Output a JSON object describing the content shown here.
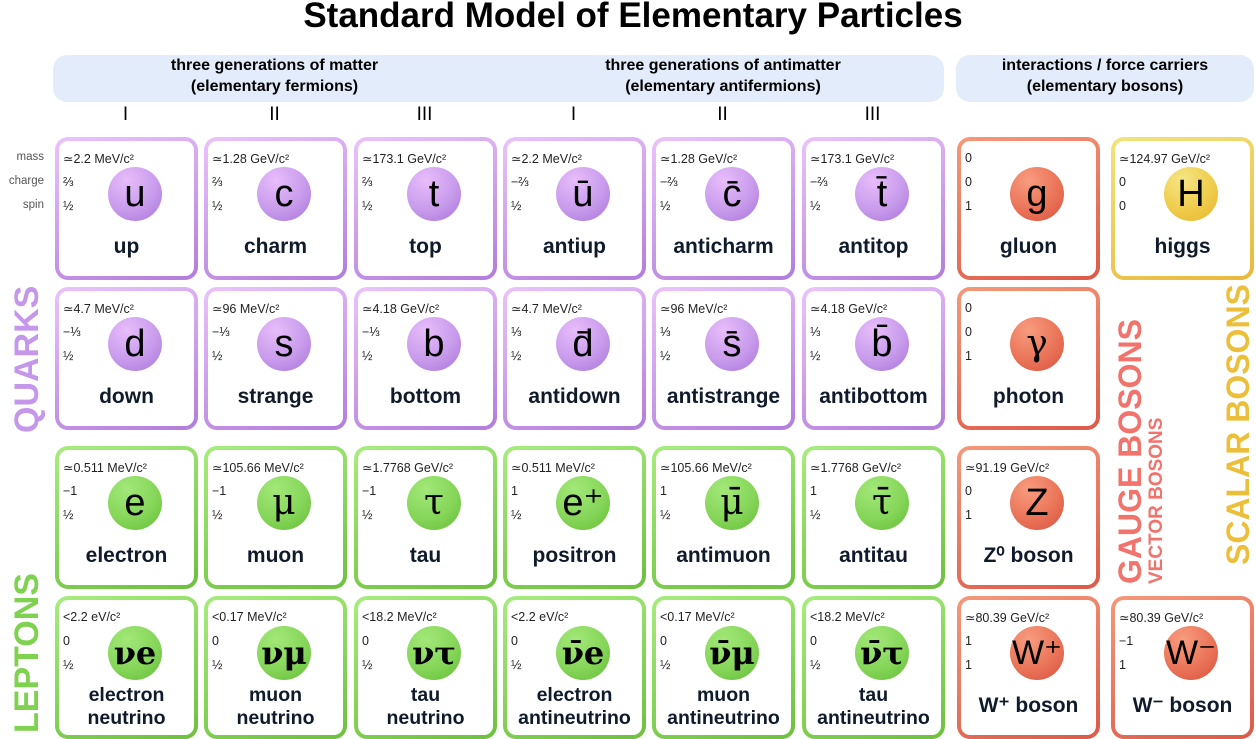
{
  "title": "Standard Model of Elementary Particles",
  "headers": {
    "matter": {
      "line1": "three generations of matter",
      "line2": "(elementary fermions)"
    },
    "antimatter": {
      "line1": "three generations of antimatter",
      "line2": "(elementary antifermions)"
    },
    "bosons": {
      "line1": "interactions / force carriers",
      "line2": "(elementary bosons)"
    }
  },
  "generations": [
    "I",
    "II",
    "III",
    "I",
    "II",
    "III"
  ],
  "property_labels": {
    "mass": "mass",
    "charge": "charge",
    "spin": "spin"
  },
  "side_labels": {
    "quarks": "QUARKS",
    "leptons": "LEPTONS",
    "gauge_bosons": "GAUGE BOSONS",
    "vector_bosons": "VECTOR BOSONS",
    "scalar_bosons": "SCALAR BOSONS"
  },
  "colors": {
    "quark": "#c597ea",
    "lepton": "#7fd24f",
    "gauge_boson": "#f0736a",
    "scalar_boson": "#ecbf3a",
    "header_bg": "#e3ecfb"
  },
  "particles": [
    {
      "group": "quark",
      "symbol": "u",
      "name": "up",
      "mass": "≃2.2 MeV/c²",
      "charge": "⅔",
      "spin": "½"
    },
    {
      "group": "quark",
      "symbol": "c",
      "name": "charm",
      "mass": "≃1.28 GeV/c²",
      "charge": "⅔",
      "spin": "½"
    },
    {
      "group": "quark",
      "symbol": "t",
      "name": "top",
      "mass": "≃173.1 GeV/c²",
      "charge": "⅔",
      "spin": "½"
    },
    {
      "group": "quark",
      "symbol": "ū",
      "name": "antiup",
      "mass": "≃2.2 MeV/c²",
      "charge": "−⅔",
      "spin": "½"
    },
    {
      "group": "quark",
      "symbol": "c̄",
      "name": "anticharm",
      "mass": "≃1.28 GeV/c²",
      "charge": "−⅔",
      "spin": "½"
    },
    {
      "group": "quark",
      "symbol": "t̄",
      "name": "antitop",
      "mass": "≃173.1 GeV/c²",
      "charge": "−⅔",
      "spin": "½"
    },
    {
      "group": "gauge",
      "symbol": "g",
      "name": "gluon",
      "mass": "0",
      "charge": "0",
      "spin": "1"
    },
    {
      "group": "scalar",
      "symbol": "H",
      "name": "higgs",
      "mass": "≃124.97 GeV/c²",
      "charge": "0",
      "spin": "0"
    },
    {
      "group": "quark",
      "symbol": "d",
      "name": "down",
      "mass": "≃4.7 MeV/c²",
      "charge": "−⅓",
      "spin": "½"
    },
    {
      "group": "quark",
      "symbol": "s",
      "name": "strange",
      "mass": "≃96 MeV/c²",
      "charge": "−⅓",
      "spin": "½"
    },
    {
      "group": "quark",
      "symbol": "b",
      "name": "bottom",
      "mass": "≃4.18 GeV/c²",
      "charge": "−⅓",
      "spin": "½"
    },
    {
      "group": "quark",
      "symbol": "d̄",
      "name": "antidown",
      "mass": "≃4.7 MeV/c²",
      "charge": "⅓",
      "spin": "½"
    },
    {
      "group": "quark",
      "symbol": "s̄",
      "name": "antistrange",
      "mass": "≃96 MeV/c²",
      "charge": "⅓",
      "spin": "½"
    },
    {
      "group": "quark",
      "symbol": "b̄",
      "name": "antibottom",
      "mass": "≃4.18 GeV/c²",
      "charge": "⅓",
      "spin": "½"
    },
    {
      "group": "gauge",
      "symbol": "γ",
      "name": "photon",
      "mass": "0",
      "charge": "0",
      "spin": "1"
    },
    {
      "group": "lepton",
      "symbol": "e",
      "name": "electron",
      "mass": "≃0.511 MeV/c²",
      "charge": "−1",
      "spin": "½"
    },
    {
      "group": "lepton",
      "symbol": "μ",
      "name": "muon",
      "mass": "≃105.66 MeV/c²",
      "charge": "−1",
      "spin": "½"
    },
    {
      "group": "lepton",
      "symbol": "τ",
      "name": "tau",
      "mass": "≃1.7768 GeV/c²",
      "charge": "−1",
      "spin": "½"
    },
    {
      "group": "lepton",
      "symbol": "e⁺",
      "name": "positron",
      "mass": "≃0.511 MeV/c²",
      "charge": "1",
      "spin": "½"
    },
    {
      "group": "lepton",
      "symbol": "μ̄",
      "name": "antimuon",
      "mass": "≃105.66 MeV/c²",
      "charge": "1",
      "spin": "½"
    },
    {
      "group": "lepton",
      "symbol": "τ̄",
      "name": "antitau",
      "mass": "≃1.7768 GeV/c²",
      "charge": "1",
      "spin": "½"
    },
    {
      "group": "gauge",
      "symbol": "Z",
      "name": "Z⁰ boson",
      "mass": "≃91.19 GeV/c²",
      "charge": "0",
      "spin": "1"
    },
    {
      "group": "lepton",
      "symbol": "νe",
      "name": "electron neutrino",
      "name1": "electron",
      "name2": "neutrino",
      "mass": "<2.2 eV/c²",
      "charge": "0",
      "spin": "½"
    },
    {
      "group": "lepton",
      "symbol": "νμ",
      "name": "muon neutrino",
      "name1": "muon",
      "name2": "neutrino",
      "mass": "<0.17 MeV/c²",
      "charge": "0",
      "spin": "½"
    },
    {
      "group": "lepton",
      "symbol": "ντ",
      "name": "tau neutrino",
      "name1": "tau",
      "name2": "neutrino",
      "mass": "<18.2 MeV/c²",
      "charge": "0",
      "spin": "½"
    },
    {
      "group": "lepton",
      "symbol": "ν̄e",
      "name": "electron antineutrino",
      "name1": "electron",
      "name2": "antineutrino",
      "mass": "<2.2 eV/c²",
      "charge": "0",
      "spin": "½"
    },
    {
      "group": "lepton",
      "symbol": "ν̄μ",
      "name": "muon antineutrino",
      "name1": "muon",
      "name2": "antineutrino",
      "mass": "<0.17 MeV/c²",
      "charge": "0",
      "spin": "½"
    },
    {
      "group": "lepton",
      "symbol": "ν̄τ",
      "name": "tau antineutrino",
      "name1": "tau",
      "name2": "antineutrino",
      "mass": "<18.2 MeV/c²",
      "charge": "0",
      "spin": "½"
    },
    {
      "group": "gauge",
      "symbol": "W⁺",
      "name": "W⁺ boson",
      "mass": "≃80.39 GeV/c²",
      "charge": "1",
      "spin": "1"
    },
    {
      "group": "gauge",
      "symbol": "W⁻",
      "name": "W⁻ boson",
      "mass": "≃80.39 GeV/c²",
      "charge": "−1",
      "spin": "1"
    }
  ]
}
